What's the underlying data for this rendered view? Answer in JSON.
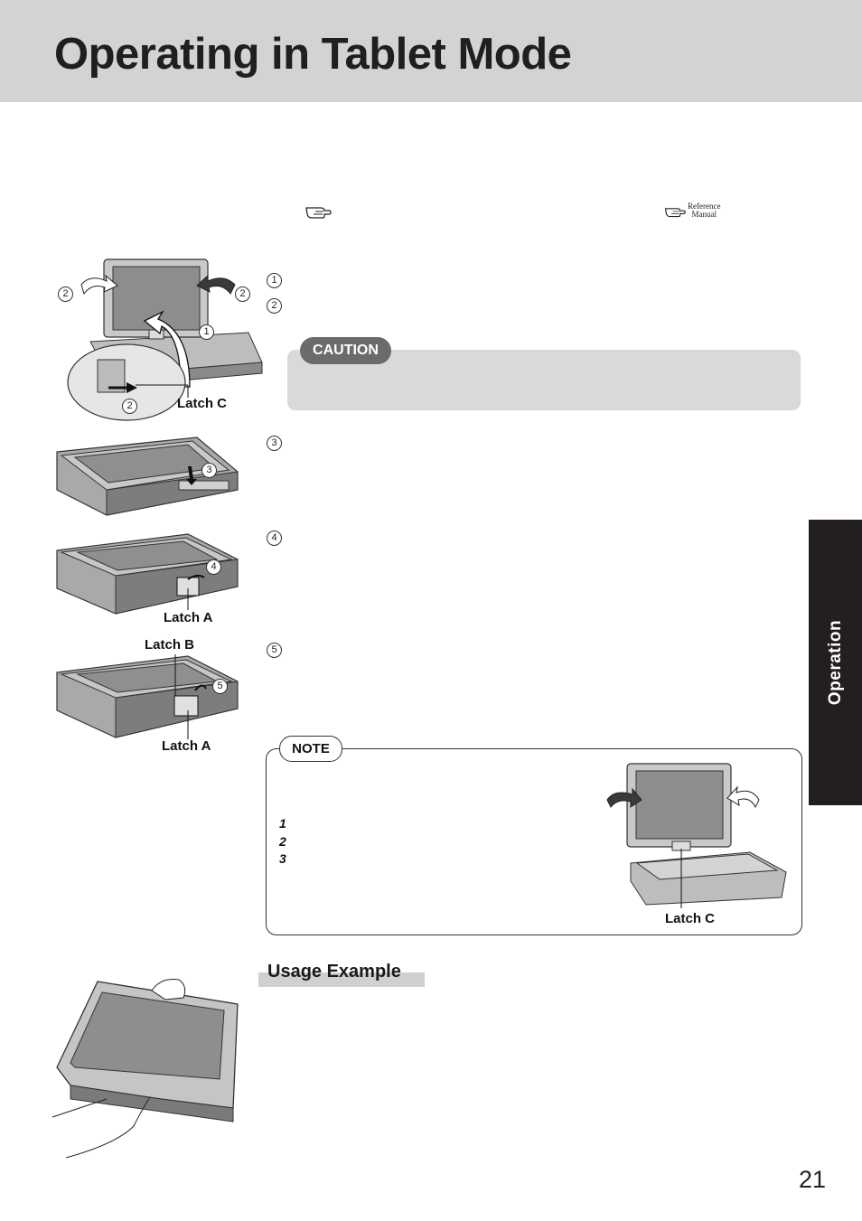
{
  "title": "Operating in Tablet Mode",
  "side_tab": "Operation",
  "reference": {
    "line1": "Reference",
    "line2": "Manual",
    "icon": "pointing-hand-icon"
  },
  "steps": {
    "n1": "1",
    "n2": "2",
    "n3": "3",
    "n4": "4",
    "n5": "5"
  },
  "caution_label": "CAUTION",
  "note_label": "NOTE",
  "note_items": [
    "1",
    "2",
    "3"
  ],
  "latches": {
    "a": "Latch A",
    "b": "Latch B",
    "c": "Latch C"
  },
  "usage_example": "Usage Example",
  "page_number": "21",
  "colors": {
    "header_bg": "#d3d3d3",
    "side_tab_bg": "#231f20",
    "caution_box": "#d9d9d9",
    "caution_badge": "#6b6b6b"
  }
}
